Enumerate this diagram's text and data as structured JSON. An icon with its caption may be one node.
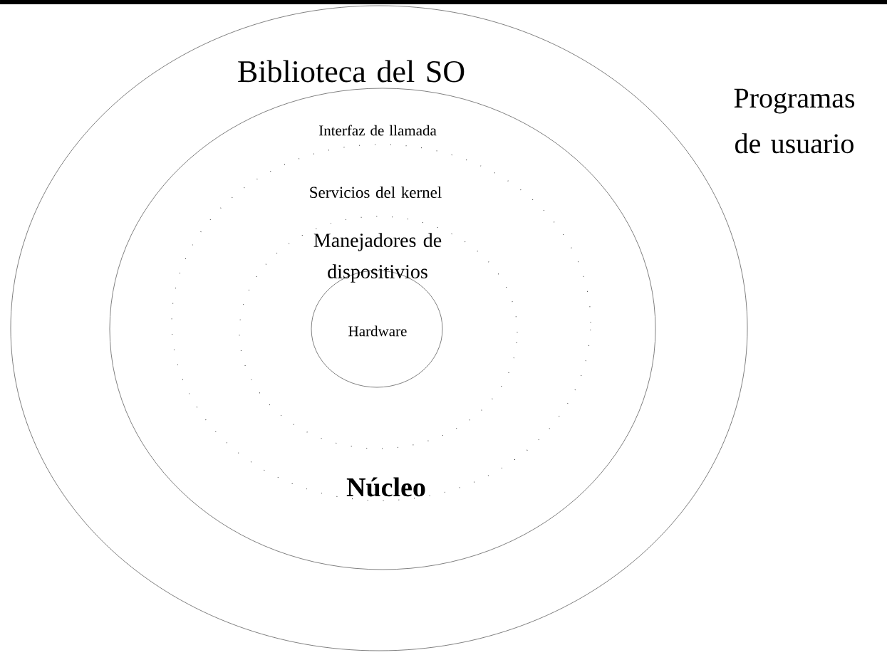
{
  "diagram": {
    "nodes": [
      {
        "text": [
          "Biblioteca del SO"
        ]
      },
      {
        "text": [
          "Interfaz de llamada"
        ],
        "in": 0
      },
      {
        "text": [
          "Servicios del kernel",
          "Núcleo"
        ],
        "in": 1
      },
      {
        "text": [
          "Manejadores de dispositivios"
        ],
        "in": 2
      },
      {
        "text": [
          "Hardware"
        ],
        "in": 3
      }
    ],
    "labels": [
      "Programas de usuario"
    ]
  }
}
